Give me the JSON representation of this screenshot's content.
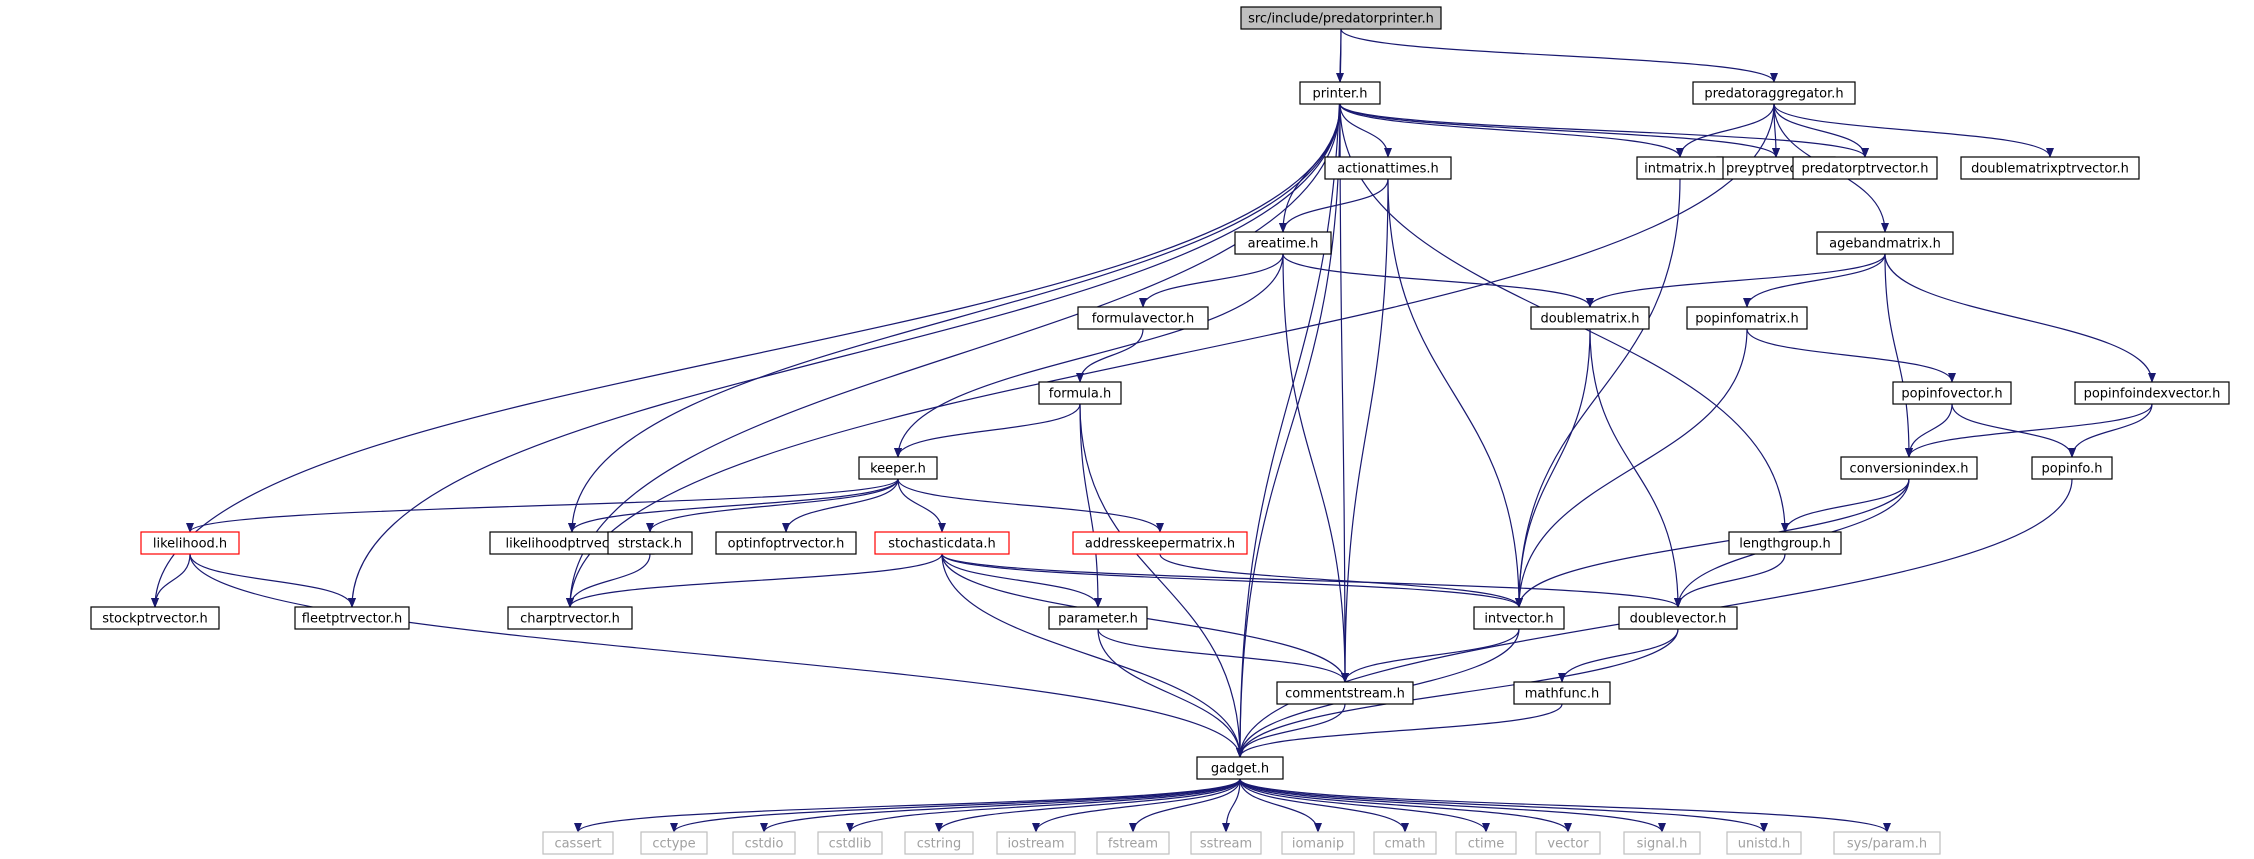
{
  "colors": {
    "edge": "#191970",
    "root_fill": "#bfbfbf",
    "node_border": "#000000",
    "incomplete_border": "#ff0000",
    "system_border": "#bfbfbf",
    "system_text": "#a0a0a0",
    "text": "#000000"
  },
  "nodes": [
    {
      "id": "predatorprinter",
      "label": "src/include/predatorprinter.h",
      "kind": "root"
    },
    {
      "id": "printer",
      "label": "printer.h",
      "kind": "normal"
    },
    {
      "id": "predatoraggregator",
      "label": "predatoraggregator.h",
      "kind": "normal"
    },
    {
      "id": "actionattimes",
      "label": "actionattimes.h",
      "kind": "normal"
    },
    {
      "id": "preyptrvector",
      "label": "preyptrvector.h",
      "kind": "normal"
    },
    {
      "id": "intmatrix",
      "label": "intmatrix.h",
      "kind": "normal"
    },
    {
      "id": "predatorptrvector",
      "label": "predatorptrvector.h",
      "kind": "normal"
    },
    {
      "id": "doublematrixptrvector",
      "label": "doublematrixptrvector.h",
      "kind": "normal"
    },
    {
      "id": "areatime",
      "label": "areatime.h",
      "kind": "normal"
    },
    {
      "id": "agebandmatrix",
      "label": "agebandmatrix.h",
      "kind": "normal"
    },
    {
      "id": "formulavector",
      "label": "formulavector.h",
      "kind": "normal"
    },
    {
      "id": "doublematrix",
      "label": "doublematrix.h",
      "kind": "normal"
    },
    {
      "id": "popinfomatrix",
      "label": "popinfomatrix.h",
      "kind": "normal"
    },
    {
      "id": "formula",
      "label": "formula.h",
      "kind": "normal"
    },
    {
      "id": "popinfovector",
      "label": "popinfovector.h",
      "kind": "normal"
    },
    {
      "id": "popinfoindexvector",
      "label": "popinfoindexvector.h",
      "kind": "normal"
    },
    {
      "id": "keeper",
      "label": "keeper.h",
      "kind": "normal"
    },
    {
      "id": "conversionindex",
      "label": "conversionindex.h",
      "kind": "normal"
    },
    {
      "id": "popinfo",
      "label": "popinfo.h",
      "kind": "normal"
    },
    {
      "id": "likelihood",
      "label": "likelihood.h",
      "kind": "incomplete"
    },
    {
      "id": "likelihoodptrvector",
      "label": "likelihoodptrvector.h",
      "kind": "normal"
    },
    {
      "id": "strstack",
      "label": "strstack.h",
      "kind": "normal"
    },
    {
      "id": "optinfoptrvector",
      "label": "optinfoptrvector.h",
      "kind": "normal"
    },
    {
      "id": "stochasticdata",
      "label": "stochasticdata.h",
      "kind": "incomplete"
    },
    {
      "id": "addresskeepermatrix",
      "label": "addresskeepermatrix.h",
      "kind": "incomplete"
    },
    {
      "id": "lengthgroup",
      "label": "lengthgroup.h",
      "kind": "normal"
    },
    {
      "id": "stockptrvector",
      "label": "stockptrvector.h",
      "kind": "normal"
    },
    {
      "id": "fleetptrvector",
      "label": "fleetptrvector.h",
      "kind": "normal"
    },
    {
      "id": "charptrvector",
      "label": "charptrvector.h",
      "kind": "normal"
    },
    {
      "id": "parameter",
      "label": "parameter.h",
      "kind": "normal"
    },
    {
      "id": "intvector",
      "label": "intvector.h",
      "kind": "normal"
    },
    {
      "id": "doublevector",
      "label": "doublevector.h",
      "kind": "normal"
    },
    {
      "id": "commentstream",
      "label": "commentstream.h",
      "kind": "normal"
    },
    {
      "id": "mathfunc",
      "label": "mathfunc.h",
      "kind": "normal"
    },
    {
      "id": "gadget",
      "label": "gadget.h",
      "kind": "normal"
    },
    {
      "id": "cassert",
      "label": "cassert",
      "kind": "system"
    },
    {
      "id": "cctype",
      "label": "cctype",
      "kind": "system"
    },
    {
      "id": "cstdio",
      "label": "cstdio",
      "kind": "system"
    },
    {
      "id": "cstdlib",
      "label": "cstdlib",
      "kind": "system"
    },
    {
      "id": "cstring",
      "label": "cstring",
      "kind": "system"
    },
    {
      "id": "iostream",
      "label": "iostream",
      "kind": "system"
    },
    {
      "id": "fstream",
      "label": "fstream",
      "kind": "system"
    },
    {
      "id": "sstream",
      "label": "sstream",
      "kind": "system"
    },
    {
      "id": "iomanip",
      "label": "iomanip",
      "kind": "system"
    },
    {
      "id": "cmath",
      "label": "cmath",
      "kind": "system"
    },
    {
      "id": "ctime",
      "label": "ctime",
      "kind": "system"
    },
    {
      "id": "vector",
      "label": "vector",
      "kind": "system"
    },
    {
      "id": "signal",
      "label": "signal.h",
      "kind": "system"
    },
    {
      "id": "unistd",
      "label": "unistd.h",
      "kind": "system"
    },
    {
      "id": "sysparam",
      "label": "sys/param.h",
      "kind": "system"
    }
  ],
  "edges": [
    [
      "predatorprinter",
      "printer"
    ],
    [
      "predatorprinter",
      "predatoraggregator"
    ],
    [
      "predatorprinter",
      "gadget"
    ],
    [
      "printer",
      "actionattimes"
    ],
    [
      "printer",
      "areatime"
    ],
    [
      "printer",
      "preyptrvector"
    ],
    [
      "printer",
      "intmatrix"
    ],
    [
      "printer",
      "predatorptrvector"
    ],
    [
      "printer",
      "lengthgroup"
    ],
    [
      "printer",
      "commentstream"
    ],
    [
      "printer",
      "likelihoodptrvector"
    ],
    [
      "printer",
      "stockptrvector"
    ],
    [
      "printer",
      "fleetptrvector"
    ],
    [
      "printer",
      "charptrvector"
    ],
    [
      "printer",
      "gadget"
    ],
    [
      "predatoraggregator",
      "preyptrvector"
    ],
    [
      "predatoraggregator",
      "intmatrix"
    ],
    [
      "predatoraggregator",
      "predatorptrvector"
    ],
    [
      "predatoraggregator",
      "doublematrixptrvector"
    ],
    [
      "predatoraggregator",
      "agebandmatrix"
    ],
    [
      "predatoraggregator",
      "charptrvector"
    ],
    [
      "actionattimes",
      "areatime"
    ],
    [
      "actionattimes",
      "intvector"
    ],
    [
      "actionattimes",
      "commentstream"
    ],
    [
      "intmatrix",
      "intvector"
    ],
    [
      "areatime",
      "formulavector"
    ],
    [
      "areatime",
      "doublematrix"
    ],
    [
      "areatime",
      "keeper"
    ],
    [
      "areatime",
      "commentstream"
    ],
    [
      "agebandmatrix",
      "doublematrix"
    ],
    [
      "agebandmatrix",
      "popinfomatrix"
    ],
    [
      "agebandmatrix",
      "popinfoindexvector"
    ],
    [
      "agebandmatrix",
      "conversionindex"
    ],
    [
      "formulavector",
      "formula"
    ],
    [
      "doublematrix",
      "intvector"
    ],
    [
      "doublematrix",
      "doublevector"
    ],
    [
      "popinfomatrix",
      "popinfovector"
    ],
    [
      "popinfomatrix",
      "intvector"
    ],
    [
      "formula",
      "keeper"
    ],
    [
      "formula",
      "parameter"
    ],
    [
      "formula",
      "gadget"
    ],
    [
      "popinfovector",
      "conversionindex"
    ],
    [
      "popinfovector",
      "popinfo"
    ],
    [
      "popinfoindexvector",
      "conversionindex"
    ],
    [
      "popinfoindexvector",
      "popinfo"
    ],
    [
      "keeper",
      "likelihood"
    ],
    [
      "keeper",
      "likelihoodptrvector"
    ],
    [
      "keeper",
      "strstack"
    ],
    [
      "keeper",
      "optinfoptrvector"
    ],
    [
      "keeper",
      "stochasticdata"
    ],
    [
      "keeper",
      "addresskeepermatrix"
    ],
    [
      "conversionindex",
      "lengthgroup"
    ],
    [
      "conversionindex",
      "intvector"
    ],
    [
      "conversionindex",
      "doublevector"
    ],
    [
      "popinfo",
      "gadget"
    ],
    [
      "likelihood",
      "stockptrvector"
    ],
    [
      "likelihood",
      "fleetptrvector"
    ],
    [
      "likelihood",
      "gadget"
    ],
    [
      "strstack",
      "charptrvector"
    ],
    [
      "stochasticdata",
      "charptrvector"
    ],
    [
      "stochasticdata",
      "parameter"
    ],
    [
      "stochasticdata",
      "intvector"
    ],
    [
      "stochasticdata",
      "doublevector"
    ],
    [
      "stochasticdata",
      "commentstream"
    ],
    [
      "stochasticdata",
      "gadget"
    ],
    [
      "addresskeepermatrix",
      "intvector"
    ],
    [
      "lengthgroup",
      "doublevector"
    ],
    [
      "parameter",
      "commentstream"
    ],
    [
      "parameter",
      "gadget"
    ],
    [
      "intvector",
      "commentstream"
    ],
    [
      "intvector",
      "gadget"
    ],
    [
      "doublevector",
      "mathfunc"
    ],
    [
      "doublevector",
      "gadget"
    ],
    [
      "commentstream",
      "gadget"
    ],
    [
      "mathfunc",
      "gadget"
    ],
    [
      "gadget",
      "cassert"
    ],
    [
      "gadget",
      "cctype"
    ],
    [
      "gadget",
      "cstdio"
    ],
    [
      "gadget",
      "cstdlib"
    ],
    [
      "gadget",
      "cstring"
    ],
    [
      "gadget",
      "iostream"
    ],
    [
      "gadget",
      "fstream"
    ],
    [
      "gadget",
      "sstream"
    ],
    [
      "gadget",
      "iomanip"
    ],
    [
      "gadget",
      "cmath"
    ],
    [
      "gadget",
      "ctime"
    ],
    [
      "gadget",
      "vector"
    ],
    [
      "gadget",
      "signal"
    ],
    [
      "gadget",
      "unistd"
    ],
    [
      "gadget",
      "sysparam"
    ]
  ]
}
